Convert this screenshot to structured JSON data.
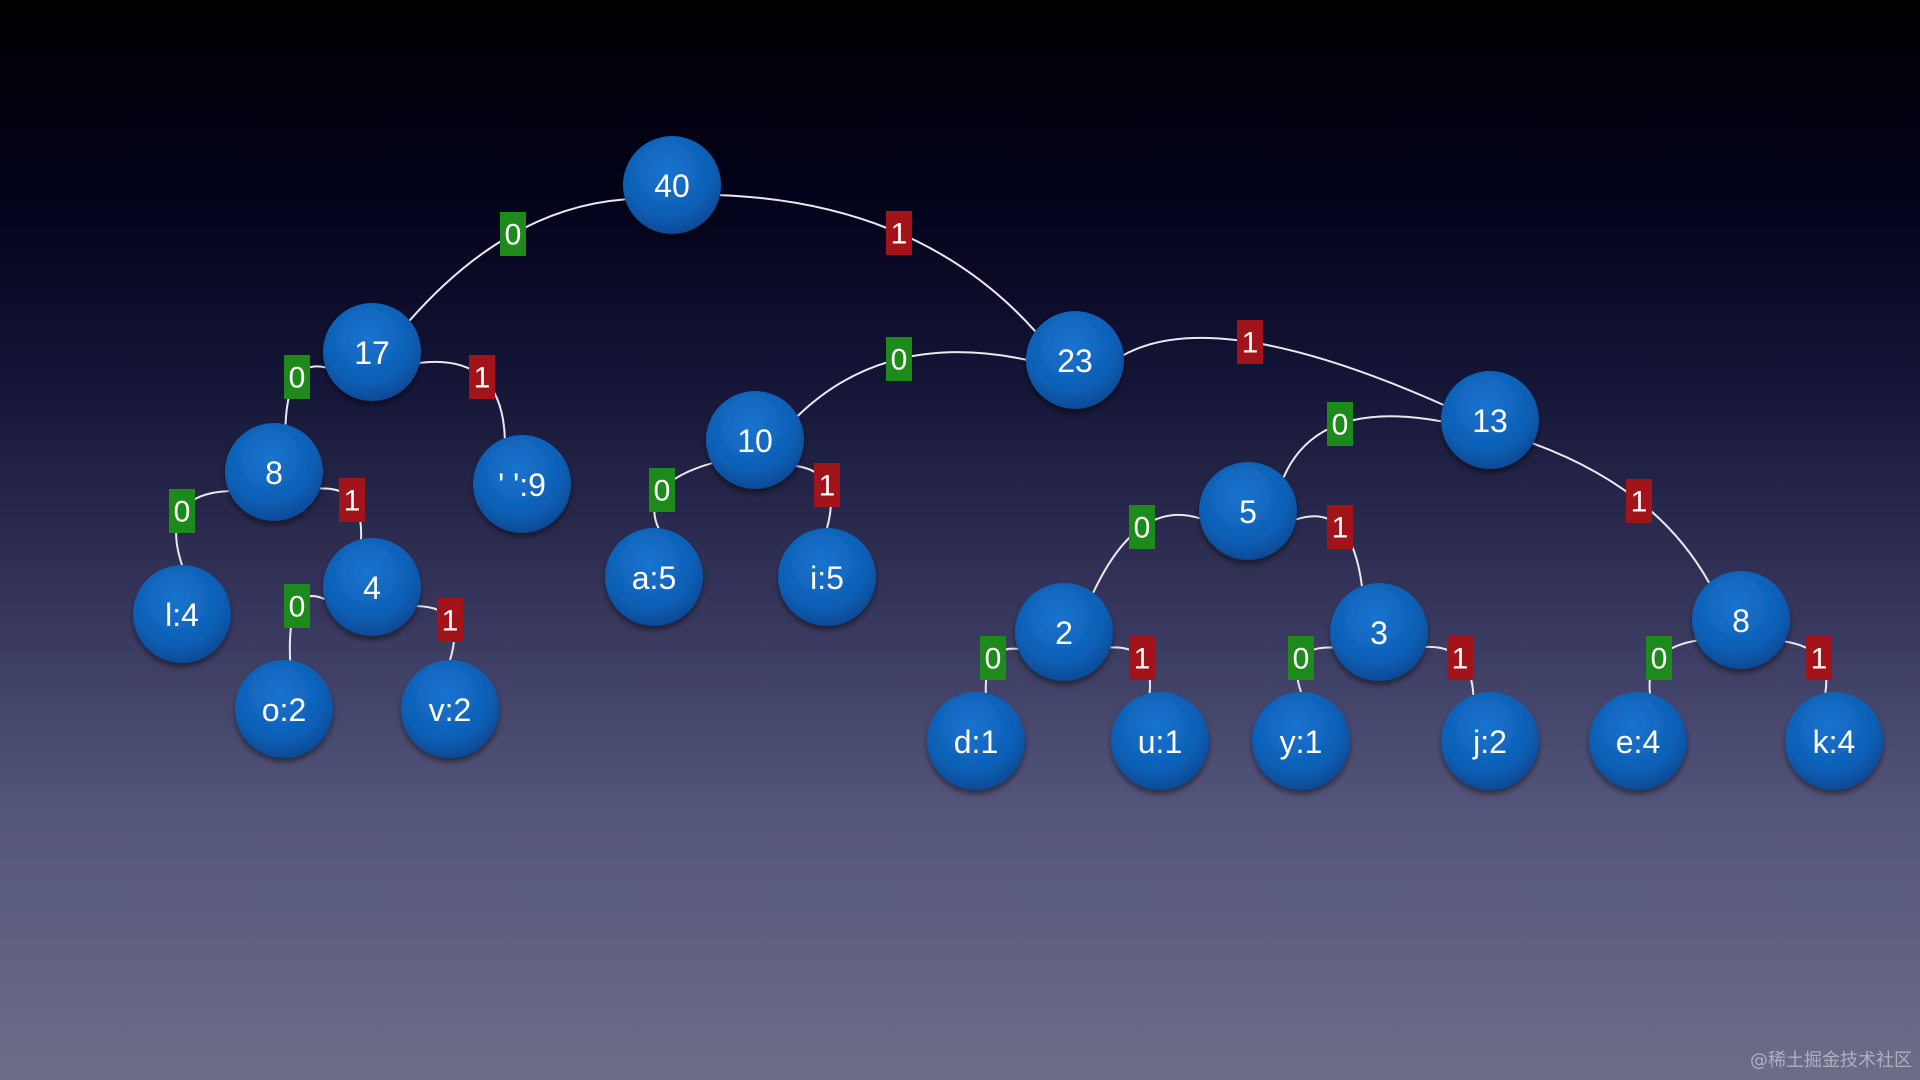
{
  "diagram": {
    "nodes": [
      {
        "id": "n40",
        "label": "40"
      },
      {
        "id": "n17",
        "label": "17"
      },
      {
        "id": "n23",
        "label": "23"
      },
      {
        "id": "n8a",
        "label": "8"
      },
      {
        "id": "nsp",
        "label": "' ':9"
      },
      {
        "id": "nl",
        "label": "l:4"
      },
      {
        "id": "n4",
        "label": "4"
      },
      {
        "id": "no",
        "label": "o:2"
      },
      {
        "id": "nv",
        "label": "v:2"
      },
      {
        "id": "n10",
        "label": "10"
      },
      {
        "id": "na",
        "label": "a:5"
      },
      {
        "id": "ni",
        "label": "i:5"
      },
      {
        "id": "n13",
        "label": "13"
      },
      {
        "id": "n5",
        "label": "5"
      },
      {
        "id": "n2",
        "label": "2"
      },
      {
        "id": "nd",
        "label": "d:1"
      },
      {
        "id": "nu",
        "label": "u:1"
      },
      {
        "id": "n3",
        "label": "3"
      },
      {
        "id": "ny",
        "label": "y:1"
      },
      {
        "id": "nj",
        "label": "j:2"
      },
      {
        "id": "n8b",
        "label": "8"
      },
      {
        "id": "ne",
        "label": "e:4"
      },
      {
        "id": "nk",
        "label": "k:4"
      }
    ],
    "edges": [
      {
        "from": "n40",
        "to": "n17",
        "bit": "0"
      },
      {
        "from": "n40",
        "to": "n23",
        "bit": "1"
      },
      {
        "from": "n17",
        "to": "n8a",
        "bit": "0"
      },
      {
        "from": "n17",
        "to": "nsp",
        "bit": "1"
      },
      {
        "from": "n8a",
        "to": "nl",
        "bit": "0"
      },
      {
        "from": "n8a",
        "to": "n4",
        "bit": "1"
      },
      {
        "from": "n4",
        "to": "no",
        "bit": "0"
      },
      {
        "from": "n4",
        "to": "nv",
        "bit": "1"
      },
      {
        "from": "n23",
        "to": "n10",
        "bit": "0"
      },
      {
        "from": "n23",
        "to": "n13",
        "bit": "1"
      },
      {
        "from": "n10",
        "to": "na",
        "bit": "0"
      },
      {
        "from": "n10",
        "to": "ni",
        "bit": "1"
      },
      {
        "from": "n13",
        "to": "n5",
        "bit": "0"
      },
      {
        "from": "n13",
        "to": "n8b",
        "bit": "1"
      },
      {
        "from": "n5",
        "to": "n2",
        "bit": "0"
      },
      {
        "from": "n5",
        "to": "n3",
        "bit": "1"
      },
      {
        "from": "n2",
        "to": "nd",
        "bit": "0"
      },
      {
        "from": "n2",
        "to": "nu",
        "bit": "1"
      },
      {
        "from": "n3",
        "to": "ny",
        "bit": "0"
      },
      {
        "from": "n3",
        "to": "nj",
        "bit": "1"
      },
      {
        "from": "n8b",
        "to": "ne",
        "bit": "0"
      },
      {
        "from": "n8b",
        "to": "nk",
        "bit": "1"
      }
    ],
    "colors": {
      "node": "#0d5fb5",
      "bit_0": "#1f8a1c",
      "bit_1": "#a3141a",
      "edge": "#e9e9ee"
    }
  },
  "watermark": "@稀土掘金技术社区"
}
